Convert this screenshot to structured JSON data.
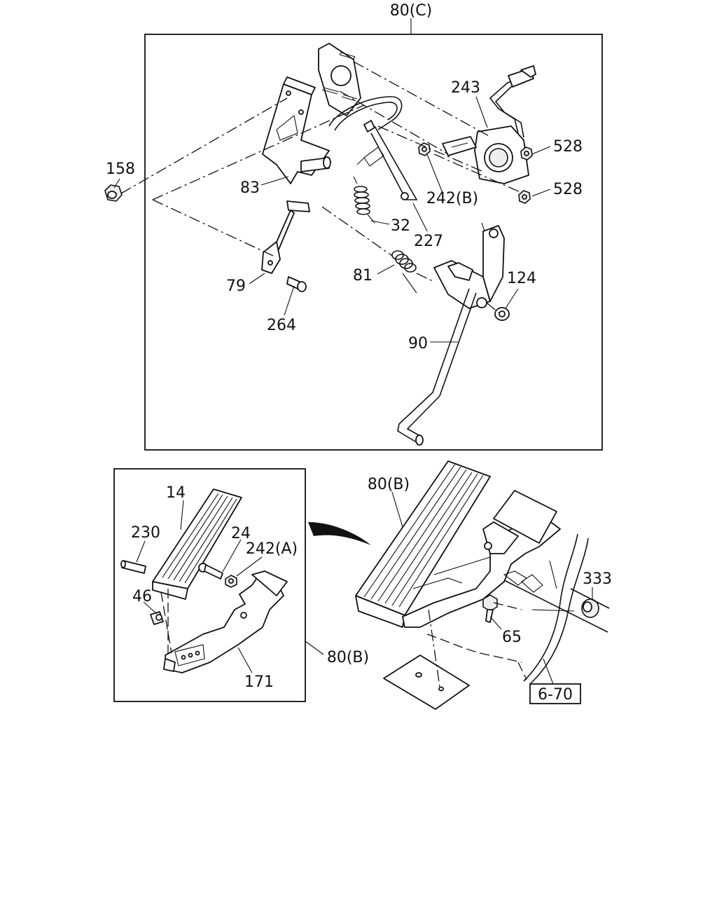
{
  "diagram": {
    "callouts": {
      "c80C": "80(C)",
      "c158": "158",
      "c83": "83",
      "c79": "79",
      "c264": "264",
      "c243": "243",
      "c528a": "528",
      "c528b": "528",
      "c242B": "242(B)",
      "c32": "32",
      "c227": "227",
      "c81": "81",
      "c124": "124",
      "c90": "90",
      "c14": "14",
      "c230": "230",
      "c24": "24",
      "c242A": "242(A)",
      "c46": "46",
      "c171": "171",
      "c80B_inset": "80(B)",
      "c80B_main": "80(B)",
      "c333": "333",
      "c65": "65",
      "ref670": "6-70"
    }
  }
}
